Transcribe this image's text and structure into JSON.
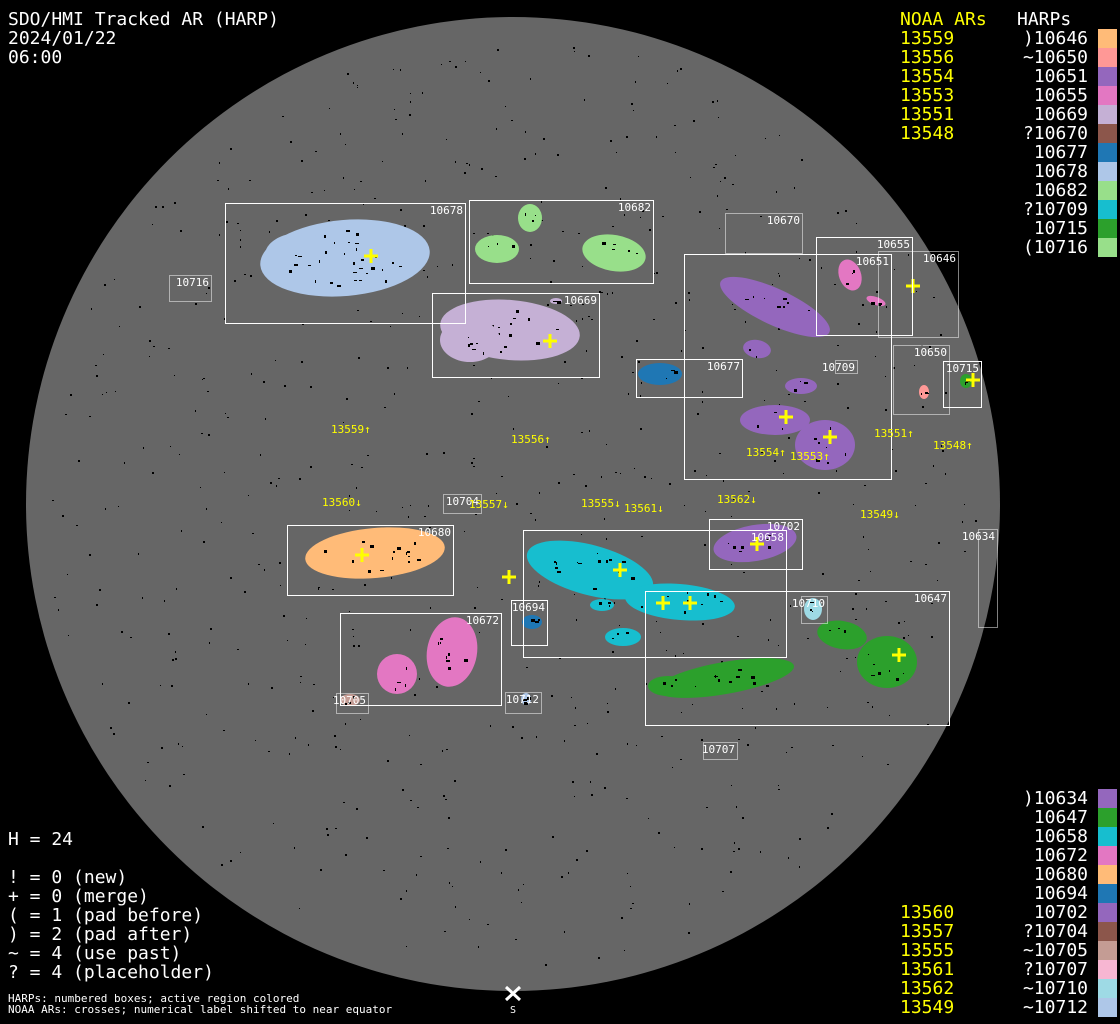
{
  "title": {
    "line1": "SDO/HMI Tracked AR (HARP)",
    "date": "2024/01/22",
    "time": "06:00"
  },
  "legend": {
    "noaa_header": "NOAA ARs",
    "harp_header": "HARPs",
    "top_rows": [
      {
        "noaa": "13559",
        "harp": ")10646",
        "color": "#ffbb78"
      },
      {
        "noaa": "13556",
        "harp": "~10650",
        "color": "#ff9896"
      },
      {
        "noaa": "13554",
        "harp": "10651",
        "color": "#9467bd"
      },
      {
        "noaa": "13553",
        "harp": "10655",
        "color": "#e377c2"
      },
      {
        "noaa": "13551",
        "harp": "10669",
        "color": "#c5b0d5"
      },
      {
        "noaa": "13548",
        "harp": "?10670",
        "color": "#8c564b"
      },
      {
        "noaa": "",
        "harp": "10677",
        "color": "#1f77b4"
      },
      {
        "noaa": "",
        "harp": "10678",
        "color": "#aec7e8"
      },
      {
        "noaa": "",
        "harp": "10682",
        "color": "#98df8a"
      },
      {
        "noaa": "",
        "harp": "?10709",
        "color": "#17becf"
      },
      {
        "noaa": "",
        "harp": "10715",
        "color": "#2ca02c"
      },
      {
        "noaa": "",
        "harp": "(10716",
        "color": "#98df8a"
      }
    ],
    "bottom_rows": [
      {
        "noaa": "",
        "harp": ")10634",
        "color": "#9467bd"
      },
      {
        "noaa": "",
        "harp": "10647",
        "color": "#2ca02c"
      },
      {
        "noaa": "",
        "harp": "10658",
        "color": "#17becf"
      },
      {
        "noaa": "",
        "harp": "10672",
        "color": "#e377c2"
      },
      {
        "noaa": "",
        "harp": "10680",
        "color": "#ffbb78"
      },
      {
        "noaa": "",
        "harp": "10694",
        "color": "#1f77b4"
      },
      {
        "noaa": "13560",
        "harp": "10702",
        "color": "#9467bd"
      },
      {
        "noaa": "13557",
        "harp": "?10704",
        "color": "#8c564b"
      },
      {
        "noaa": "13555",
        "harp": "~10705",
        "color": "#c49c94"
      },
      {
        "noaa": "13561",
        "harp": "?10707",
        "color": "#f7b6d2"
      },
      {
        "noaa": "13562",
        "harp": "~10710",
        "color": "#9edae5"
      },
      {
        "noaa": "13549",
        "harp": "~10712",
        "color": "#aec7e8"
      }
    ]
  },
  "stats": {
    "h": "H = 24",
    "lines": [
      "! = 0 (new)",
      "+ = 0 (merge)",
      "( = 1 (pad before)",
      ") = 2 (pad after)",
      "~ = 4 (use past)",
      "? = 4 (placeholder)"
    ]
  },
  "footnotes": [
    "HARPs: numbered boxes; active region colored",
    "NOAA ARs: crosses; numerical label shifted to near equator"
  ],
  "south_marker": "S",
  "colors": {
    "disk": "#666666",
    "background": "#000000",
    "noaa": "#ffff00",
    "box": "#ffffff"
  },
  "harp_boxes": [
    {
      "label": "10678",
      "color": "#aec7e8",
      "style": "solid"
    },
    {
      "label": "10682",
      "color": "#98df8a",
      "style": "solid"
    },
    {
      "label": "10716",
      "color": "#98df8a",
      "style": "dotted"
    },
    {
      "label": "10669",
      "color": "#c5b0d5",
      "style": "solid"
    },
    {
      "label": "10670",
      "color": "#8c564b",
      "style": "dotted"
    },
    {
      "label": "10655",
      "color": "#e377c2",
      "style": "solid"
    },
    {
      "label": "10651",
      "color": "#9467bd",
      "style": "solid"
    },
    {
      "label": "10646",
      "color": "#ffbb78",
      "style": "dotted"
    },
    {
      "label": "10650",
      "color": "#ff9896",
      "style": "dotted"
    },
    {
      "label": "10715",
      "color": "#2ca02c",
      "style": "solid"
    },
    {
      "label": "10709",
      "color": "#17becf",
      "style": "dotted"
    },
    {
      "label": "10677",
      "color": "#1f77b4",
      "style": "solid"
    },
    {
      "label": "10704",
      "color": "#8c564b",
      "style": "dotted"
    },
    {
      "label": "10680",
      "color": "#ffbb78",
      "style": "solid"
    },
    {
      "label": "10702",
      "color": "#9467bd",
      "style": "solid"
    },
    {
      "label": "10658",
      "color": "#17becf",
      "style": "solid"
    },
    {
      "label": "10634",
      "color": "#9467bd",
      "style": "dotted"
    },
    {
      "label": "10694",
      "color": "#1f77b4",
      "style": "solid"
    },
    {
      "label": "10672",
      "color": "#e377c2",
      "style": "solid"
    },
    {
      "label": "10710",
      "color": "#9edae5",
      "style": "dotted"
    },
    {
      "label": "10647",
      "color": "#2ca02c",
      "style": "solid"
    },
    {
      "label": "10705",
      "color": "#c49c94",
      "style": "dotted"
    },
    {
      "label": "10712",
      "color": "#aec7e8",
      "style": "dotted"
    },
    {
      "label": "10707",
      "color": "#f7b6d2",
      "style": "dotted"
    }
  ],
  "noaa_labels": [
    {
      "text": "13559↑"
    },
    {
      "text": "13556↑"
    },
    {
      "text": "13554↑"
    },
    {
      "text": "13553↑"
    },
    {
      "text": "13551↑"
    },
    {
      "text": "13548↑"
    },
    {
      "text": "13560↓"
    },
    {
      "text": "13557↓"
    },
    {
      "text": "13555↓"
    },
    {
      "text": "13561↓"
    },
    {
      "text": "13562↓"
    },
    {
      "text": "13549↓"
    }
  ]
}
